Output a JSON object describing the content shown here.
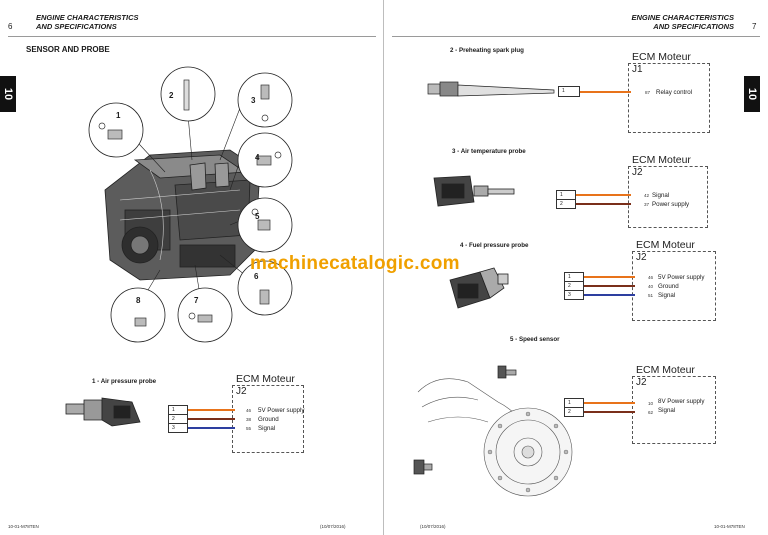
{
  "left_page": {
    "header_title": "ENGINE CHARACTERISTICS AND SPECIFICATIONS",
    "page_number": "6",
    "section_title": "SENSOR AND PROBE",
    "tab_label": "10",
    "callouts": [
      "1",
      "2",
      "3",
      "4",
      "5",
      "6",
      "7",
      "8"
    ],
    "air_pressure_probe": {
      "caption": "1 - Air pressure probe",
      "ecm_title": "ECM Moteur",
      "ecm_port": "J2",
      "connector_pins": [
        "1",
        "2",
        "3"
      ],
      "signals": [
        {
          "pin": "46",
          "label": "5V Power supply",
          "color": "#e8731a"
        },
        {
          "pin": "38",
          "label": "Ground",
          "color": "#7a2f1a"
        },
        {
          "pin": "55",
          "label": "Signal",
          "color": "#2d3fa0"
        }
      ]
    },
    "footer_left": "10-01-M78TEN",
    "footer_right": "(10/07/2016)"
  },
  "right_page": {
    "header_title": "ENGINE CHARACTERISTICS AND SPECIFICATIONS",
    "page_number": "7",
    "tab_label": "10",
    "preheating": {
      "caption": "2 - Preheating spark plug",
      "ecm_title": "ECM Moteur",
      "ecm_port": "J1",
      "connector_pins": [
        "1"
      ],
      "signals": [
        {
          "pin": "87",
          "label": "Relay control",
          "color": "#e8731a"
        }
      ]
    },
    "air_temp": {
      "caption": "3 - Air temperature probe",
      "ecm_title": "ECM Moteur",
      "ecm_port": "J2",
      "connector_pins": [
        "1",
        "2"
      ],
      "signals": [
        {
          "pin": "42",
          "label": "Signal",
          "color": "#e8731a"
        },
        {
          "pin": "37",
          "label": "Power supply",
          "color": "#7a2f1a"
        }
      ]
    },
    "fuel_pressure": {
      "caption": "4 - Fuel pressure probe",
      "ecm_title": "ECM Moteur",
      "ecm_port": "J2",
      "connector_pins": [
        "1",
        "2",
        "3"
      ],
      "signals": [
        {
          "pin": "46",
          "label": "5V Power supply",
          "color": "#e8731a"
        },
        {
          "pin": "40",
          "label": "Ground",
          "color": "#7a2f1a"
        },
        {
          "pin": "51",
          "label": "Signal",
          "color": "#2d3fa0"
        }
      ]
    },
    "speed_sensor": {
      "caption": "5 - Speed sensor",
      "ecm_title": "ECM Moteur",
      "ecm_port": "J2",
      "connector_pins": [
        "1",
        "2"
      ],
      "signals": [
        {
          "pin": "10",
          "label": "8V Power supply",
          "color": "#e8731a"
        },
        {
          "pin": "62",
          "label": "Signal",
          "color": "#7a2f1a"
        }
      ]
    },
    "footer_left": "(10/07/2016)",
    "footer_right": "10-01-M78TEN"
  },
  "watermark": "machinecatalogic.com"
}
